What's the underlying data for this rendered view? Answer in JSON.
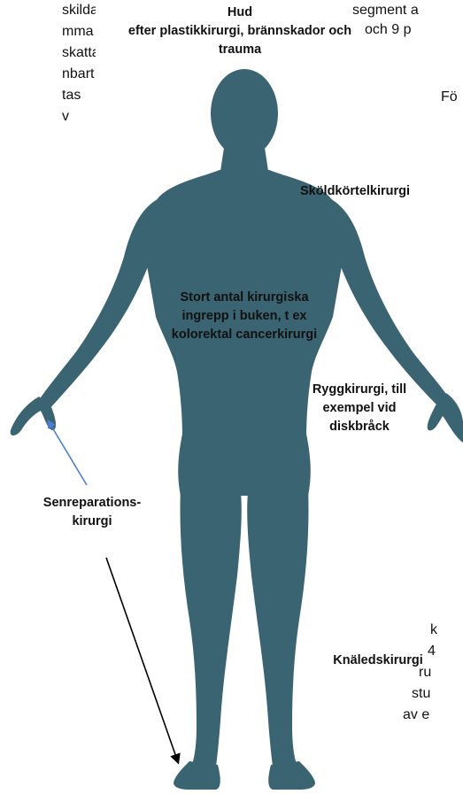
{
  "left_fragment": [
    "skilda",
    "mma kom-",
    "skattas",
    "nbart",
    "tas",
    "v"
  ],
  "top_right_fragment": [
    "segment a",
    "och 9 p",
    "",
    "",
    "Fö"
  ],
  "bottom_right_fragment": [
    "k",
    "4",
    "ru",
    "stu",
    "av e"
  ],
  "labels": {
    "skin": [
      "Hud",
      "efter plastikkirurgi, brännskador och",
      "trauma"
    ],
    "thyroid": [
      "Sköldkörtelkirurgi"
    ],
    "abdomen": [
      "Stort antal kirurgiska",
      "ingrepp i buken, t ex",
      "kolorektal cancerkirurgi"
    ],
    "spine": [
      "Ryggkirurgi, till",
      "exempel vid",
      "diskbråck"
    ],
    "tendon": [
      "Senreparations-",
      "kirurgi"
    ],
    "knee": [
      "Knäledskirurgi"
    ]
  },
  "colors": {
    "body": "#3a6472",
    "blue_arrow": "#4a7fd0",
    "black_arrow": "#000000"
  }
}
